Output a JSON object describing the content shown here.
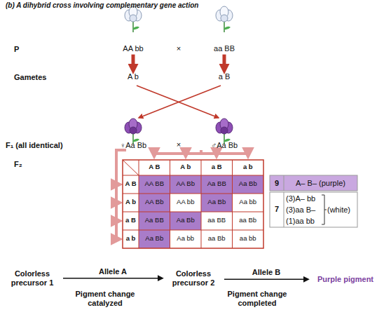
{
  "diagram": {
    "title": "(b) A dihybrid cross involving complementary gene action",
    "nodes": [
      {
        "text": [
          "AA bb"
        ]
      },
      {
        "text": [
          "aa BB"
        ]
      },
      {
        "text": [
          "A b"
        ]
      },
      {
        "text": [
          "a B"
        ]
      },
      {
        "text": [
          "Colorless precursor 1"
        ]
      },
      {
        "text": [
          "Colorless precursor 2"
        ]
      },
      {
        "text": [
          "Purple pigment"
        ]
      }
    ],
    "edges": [
      {
        "from": 0,
        "to": 2,
        "arrow": "to"
      },
      {
        "from": 1,
        "to": 3,
        "arrow": "to"
      },
      {
        "from": 4,
        "to": 5,
        "label": "Allele A",
        "arrow": "to"
      },
      {
        "from": 5,
        "to": 6,
        "label": "Allele B",
        "arrow": "to"
      }
    ],
    "labels": [
      "P",
      "×",
      "Gametes",
      "F₁ (all identical)",
      "♀Aa Bb",
      "×",
      "♂Aa Bb",
      "F₂",
      "A B",
      "A b",
      "a B",
      "a b",
      "A B",
      "A b",
      "a B",
      "a b",
      "AA BB",
      "AA Bb",
      "Aa BB",
      "Aa Bb",
      "AA Bb",
      "AA bb",
      "Aa Bb",
      "Aa bb",
      "Aa BB",
      "Aa Bb",
      "aa BB",
      "aa Bb",
      "Aa Bb",
      "Aa bb",
      "aa Bb",
      "aa bb",
      "9",
      "A– B– (purple)",
      "7",
      "(3)A– bb",
      "(3)aa B–",
      "(1)aa bb",
      "(white)",
      "Pigment change catalyzed",
      "Pigment change completed"
    ]
  }
}
